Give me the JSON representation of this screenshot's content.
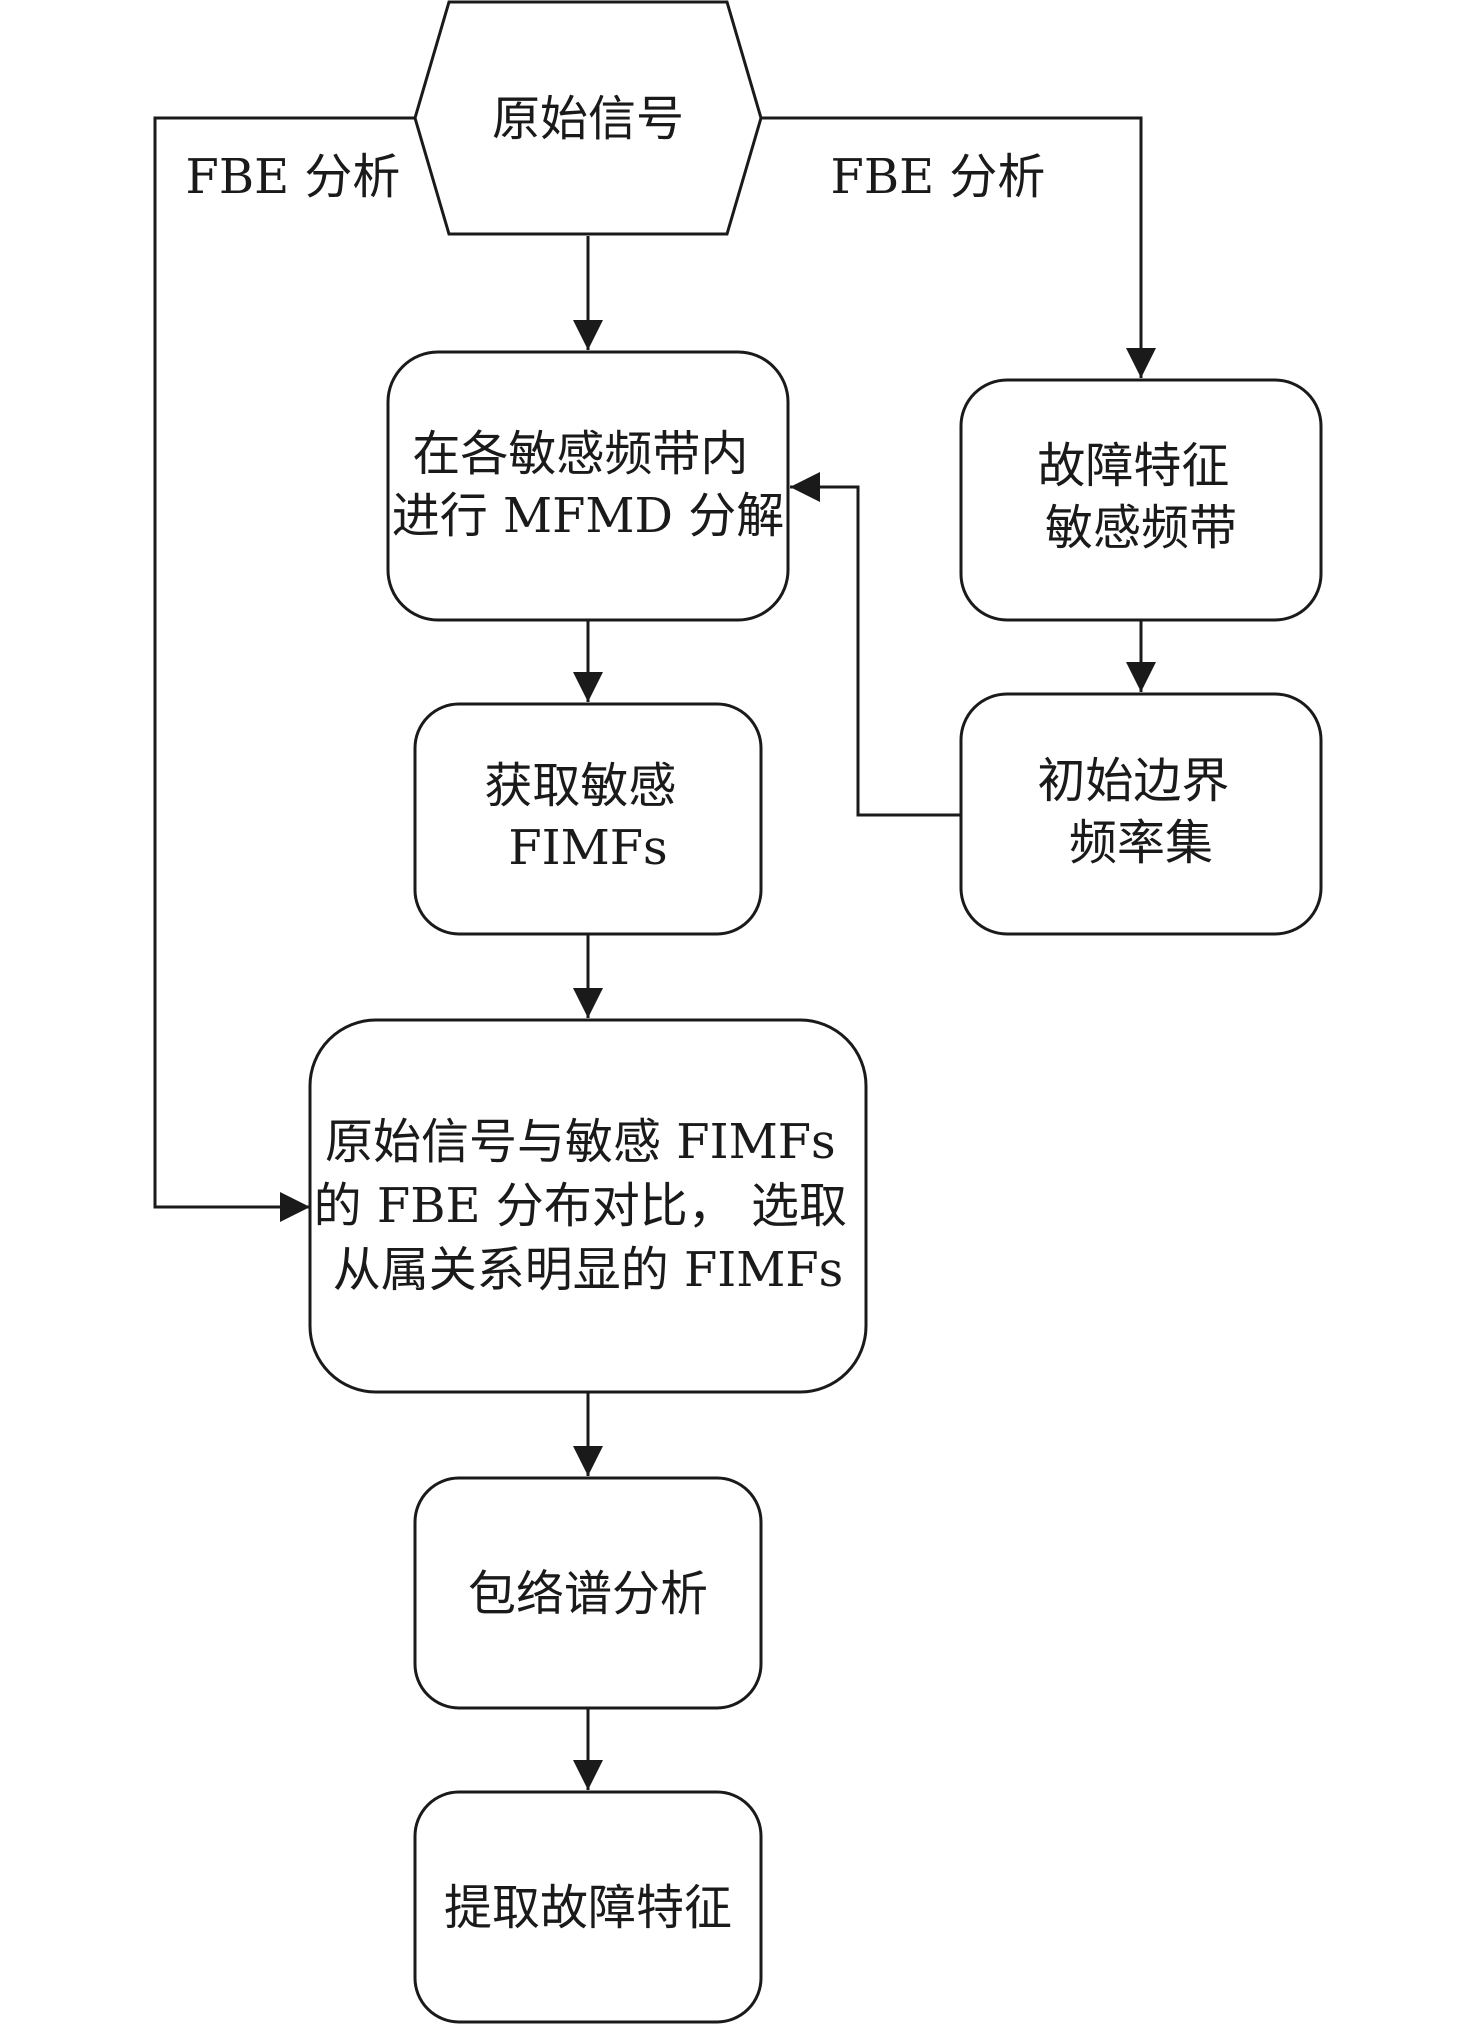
{
  "nodes": {
    "signal": {
      "lines": [
        "原始信号"
      ]
    },
    "decompose": {
      "lines": [
        "在各敏感频带内",
        "进行 MFMD 分解"
      ]
    },
    "sensitive_band": {
      "lines": [
        "故障特征",
        "敏感频带"
      ]
    },
    "get_fimfs": {
      "lines": [
        "获取敏感",
        "FIMFs"
      ]
    },
    "initial_boundary": {
      "lines": [
        "初始边界",
        "频率集"
      ]
    },
    "compare": {
      "lines": [
        "原始信号与敏感 FIMFs",
        "的 FBE 分布对比， 选取",
        "从属关系明显的 FIMFs"
      ]
    },
    "envelope": {
      "lines": [
        "包络谱分析"
      ]
    },
    "extract": {
      "lines": [
        "提取故障特征"
      ]
    }
  },
  "edges": {
    "left_label": "FBE 分析",
    "right_label": "FBE 分析"
  }
}
